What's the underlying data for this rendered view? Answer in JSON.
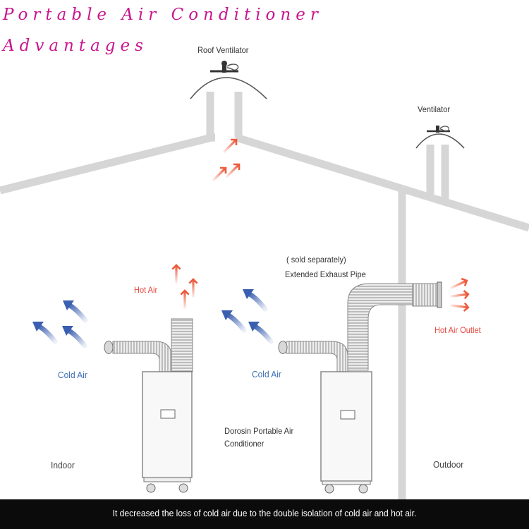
{
  "title": {
    "line1": "Portable Air Conditioner",
    "line2": "Advantages"
  },
  "labels": {
    "roof_ventilator": "Roof Ventilator",
    "ventilator": "Ventilator",
    "hot_air": "Hot Air",
    "cold_air_left": "Cold Air",
    "cold_air_right": "Cold Air",
    "sold_separately": "( sold separately)",
    "extended_exhaust_pipe": "Extended Exhaust Pipe",
    "hot_air_outlet": "Hot Air Outlet",
    "product_name_line1": "Dorosin Portable Air",
    "product_name_line2": "Conditioner",
    "indoor": "Indoor",
    "outdoor": "Outdoor"
  },
  "caption": "It decreased the loss of cold air due to the double isolation of cold air and hot air.",
  "colors": {
    "title": "#c8168f",
    "hot_arrow": "#ee5a3c",
    "cold_arrow": "#3a5fb0",
    "structure": "#d6d6d6",
    "caption_bar": "#0b0b0b"
  },
  "icons": [
    "roof-ventilator-icon",
    "ventilator-icon",
    "hot-air-arrow-icon",
    "cold-air-arrow-icon"
  ]
}
